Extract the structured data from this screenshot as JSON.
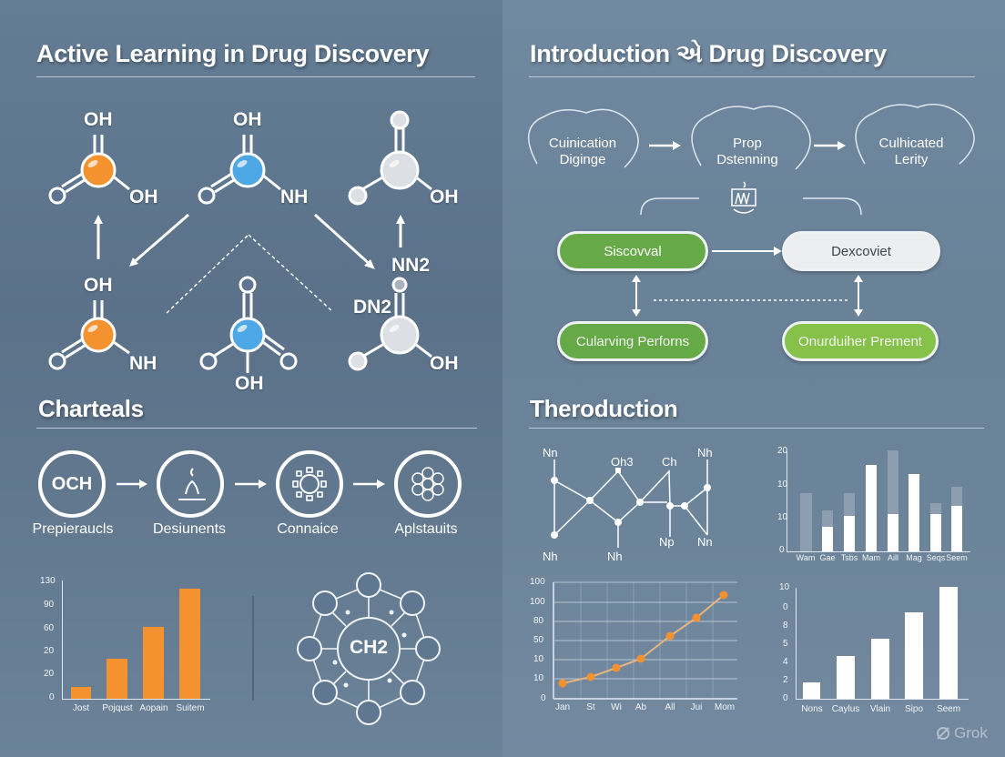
{
  "left": {
    "title": "Active Learning in Drug Discovery",
    "molecules": [
      {
        "top_label": "OH",
        "right_label": "OH",
        "color": "#f3922e"
      },
      {
        "top_label": "OH",
        "right_label": "NH",
        "color": "#4fa8e6"
      },
      {
        "top_label": "",
        "right_label": "OH",
        "color": "#dcdfe3"
      },
      {
        "top_label": "OH",
        "right_label": "NH",
        "color": "#f3922e"
      },
      {
        "top_label": "",
        "bottom_label": "OH",
        "color": "#4fa8e6"
      },
      {
        "top_label": "NN2",
        "left_label": "DN2",
        "right_label": "OH",
        "color": "#dcdfe3"
      }
    ],
    "section2_title": "Charteals",
    "steps": [
      {
        "icon_text": "OCH",
        "label": "Prepieraucls"
      },
      {
        "icon_text": "",
        "label": "Desiunents"
      },
      {
        "icon_text": "",
        "label": "Connaice"
      },
      {
        "icon_text": "",
        "label": "Aplstauits"
      }
    ],
    "network_center": "CH2"
  },
  "right": {
    "title": "Introduction એ Drug Discovery",
    "clouds": [
      {
        "line1": "Cuinication",
        "line2": "Diginge"
      },
      {
        "line1": "Prop",
        "line2": "Dstenning"
      },
      {
        "line1": "Culhicated",
        "line2": "Lerity"
      }
    ],
    "pills": {
      "top_left": "Siscovval",
      "top_right": "Dexcoviet",
      "bottom_left": "Cularving Perforns",
      "bottom_right": "Onurduiher Prement"
    },
    "section2_title": "Theroduction",
    "structure_labels": {
      "a": "Nn",
      "b": "Oh3",
      "c": "Ch",
      "d": "Nh",
      "e": "Nh",
      "f": "Nh",
      "g": "Np",
      "h": "Nn"
    }
  },
  "colors": {
    "orange": "#f3922e",
    "blue": "#4fa8e6",
    "green": "#66aa48",
    "lime": "#86c24a",
    "white_pill": "#eceef0"
  },
  "watermark": "Grok",
  "chart_data": [
    {
      "type": "bar",
      "title": "",
      "categories": [
        "Jost",
        "Pojqust",
        "Aopain",
        "Suitem"
      ],
      "values": [
        10,
        35,
        62,
        120
      ],
      "ytick_labels": [
        "0",
        "20",
        "20",
        "60",
        "90",
        "130"
      ],
      "ylim": [
        0,
        130
      ],
      "color": "#f3922e"
    },
    {
      "type": "bar",
      "title": "",
      "categories": [
        "Wam",
        "Gae",
        "Tsbs",
        "Mam",
        "Aill",
        "Mag",
        "Seqs",
        "Seem"
      ],
      "series": [
        {
          "name": "base",
          "values": [
            0,
            5,
            6,
            16,
            6,
            14,
            6,
            7
          ]
        },
        {
          "name": "total",
          "values": [
            8,
            7,
            8,
            16,
            20,
            14,
            8,
            10
          ]
        }
      ],
      "ytick_labels": [
        "0",
        "10",
        "10",
        "20"
      ],
      "ylim": [
        0,
        20
      ]
    },
    {
      "type": "line",
      "title": "",
      "categories": [
        "Jan",
        "St",
        "Wi",
        "Ab",
        "All",
        "Jui",
        "Mom"
      ],
      "values": [
        8,
        11,
        16,
        21,
        32,
        42,
        54
      ],
      "ytick_labels": [
        "0",
        "10",
        "10",
        "50",
        "80",
        "100",
        "100"
      ],
      "ylim": [
        0,
        60
      ],
      "color": "#f3922e",
      "grid": true
    },
    {
      "type": "bar",
      "title": "",
      "categories": [
        "Nons",
        "Caylus",
        "Vlain",
        "Sipo",
        "Seem"
      ],
      "values": [
        1.7,
        4.6,
        6.4,
        9.5,
        12.2
      ],
      "ytick_labels": [
        "0",
        "2",
        "4",
        "5",
        "8",
        "0",
        "10"
      ],
      "ylim": [
        0,
        12
      ],
      "color": "#ffffff"
    }
  ]
}
